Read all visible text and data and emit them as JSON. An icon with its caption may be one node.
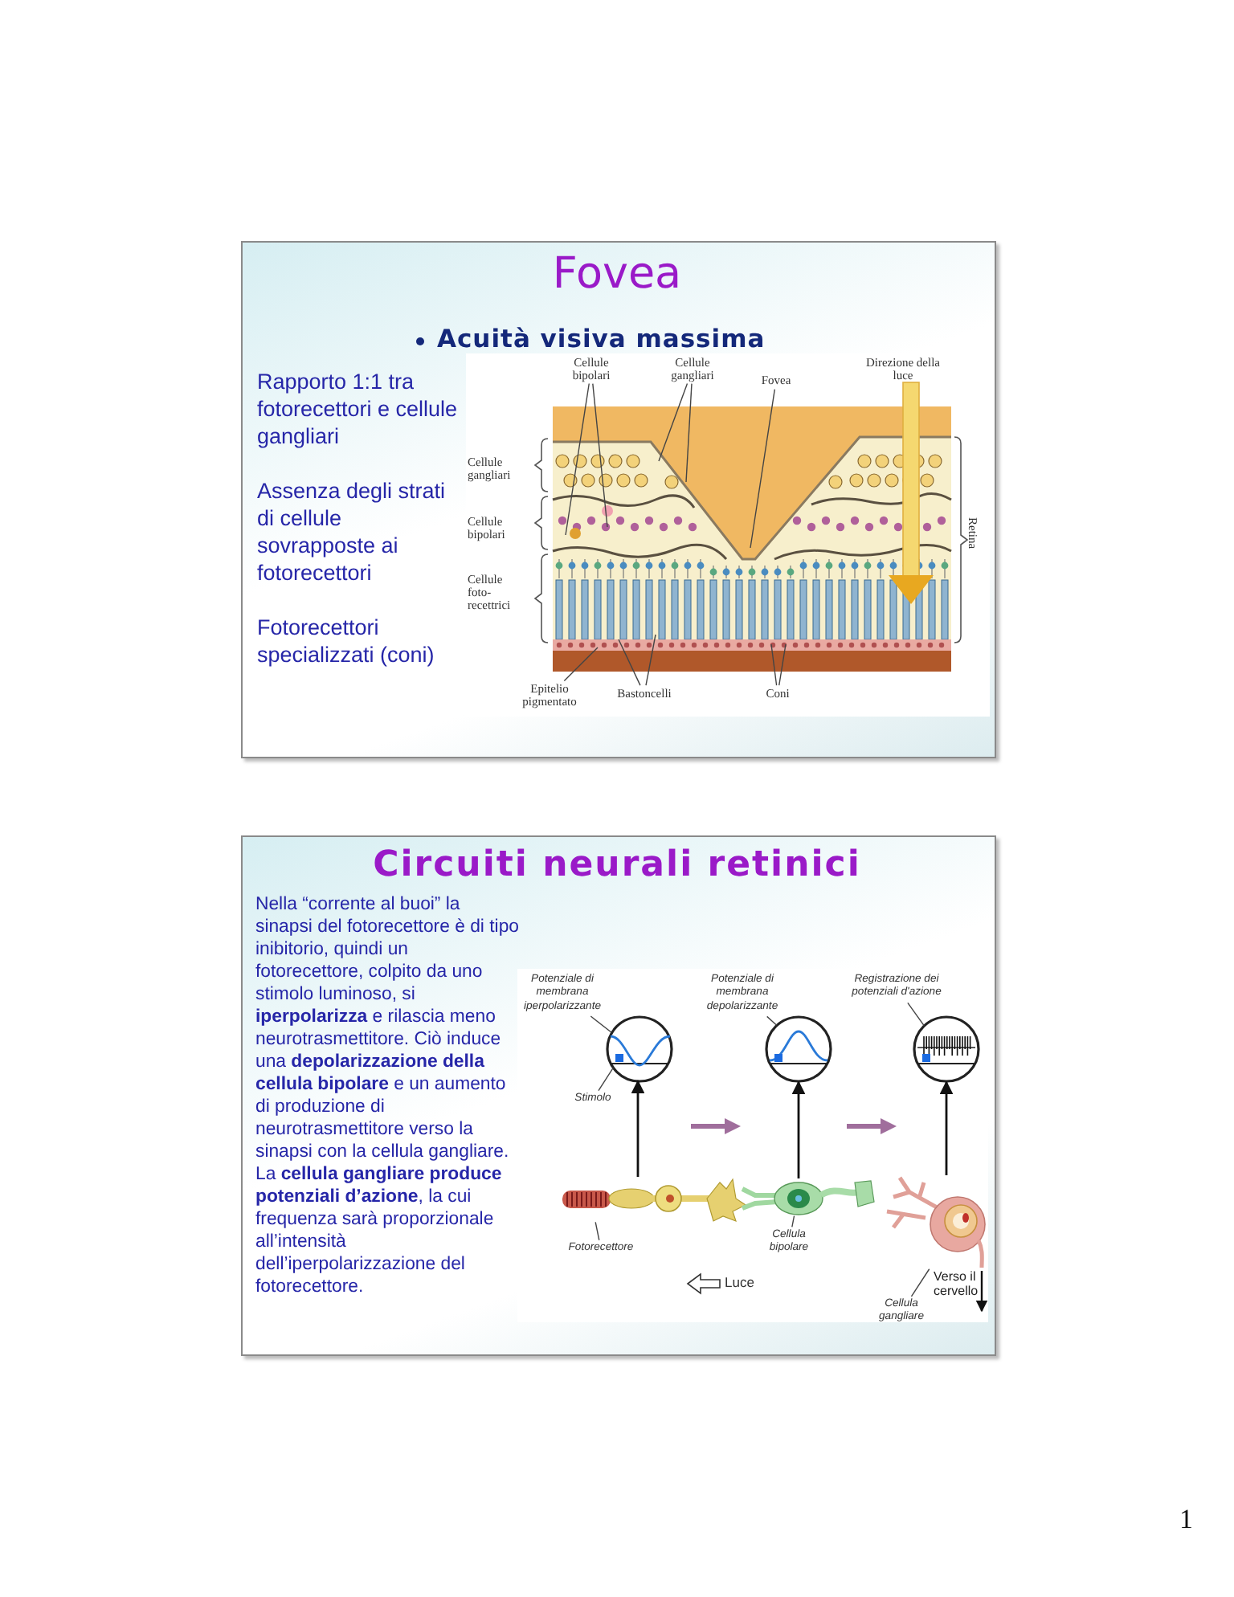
{
  "diagram": {
    "nodes": [
      {
        "text": [
          "Cellule bipolari"
        ]
      },
      {
        "text": [
          "Cellule gangliari"
        ]
      },
      {
        "text": [
          "Fovea"
        ]
      },
      {
        "text": [
          "Epitelio pigmentato"
        ]
      },
      {
        "text": [
          "Bastoncelli"
        ]
      },
      {
        "text": [
          "Coni"
        ]
      },
      {
        "text": [],
        "shape": "circle"
      },
      {
        "text": [],
        "shape": "circle"
      },
      {
        "text": [],
        "shape": "circle"
      },
      {
        "text": [
          "Potenziale di membrana iperpolarizzante"
        ]
      },
      {
        "text": [
          "Potenziale di membrana depolarizzante"
        ]
      },
      {
        "text": [
          "Registrazione dei potenziali d'azione"
        ]
      },
      {
        "text": [
          "Stimolo"
        ]
      },
      {
        "text": [],
        "shape": "picture"
      },
      {
        "text": [],
        "shape": "picture"
      },
      {
        "text": [],
        "shape": "picture"
      },
      {
        "text": [
          "Fotorecettore"
        ]
      },
      {
        "text": [
          "Cellula bipolare"
        ]
      },
      {
        "text": [
          "Cellula gangliare"
        ]
      }
    ],
    "edges": [
      {
        "from": 0,
        "to": null,
        "arrow": "none"
      },
      {
        "from": 0,
        "to": null,
        "arrow": "none"
      },
      {
        "from": 1,
        "to": null,
        "arrow": "none"
      },
      {
        "from": 1,
        "to": null,
        "arrow": "none"
      },
      {
        "from": 2,
        "to": null,
        "arrow": "none"
      },
      {
        "from": 3,
        "to": null,
        "arrow": "none"
      },
      {
        "from": 4,
        "to": null,
        "arrow": "none"
      },
      {
        "from": 4,
        "to": null,
        "arrow": "none"
      },
      {
        "from": 5,
        "to": null,
        "arrow": "none"
      },
      {
        "from": 5,
        "to": null,
        "arrow": "none"
      },
      {
        "from": 9,
        "to": 6,
        "arrow": "none"
      },
      {
        "from": 10,
        "to": 7,
        "arrow": "none"
      },
      {
        "from": 11,
        "to": 8,
        "arrow": "none"
      },
      {
        "from": 12,
        "to": 6,
        "arrow": "none"
      },
      {
        "from": 13,
        "to": 6,
        "arrow": "to"
      },
      {
        "from": 14,
        "to": 7,
        "arrow": "to"
      },
      {
        "from": 15,
        "to": 8,
        "arrow": "to"
      },
      {
        "from": 16,
        "to": 13,
        "arrow": "none"
      },
      {
        "from": 17,
        "to": 14,
        "arrow": "none"
      },
      {
        "from": 18,
        "to": 15,
        "arrow": "none"
      }
    ],
    "labels": [
      "Fovea",
      "Acuità visiva massima",
      "Rapporto 1:1 tra fotorecettori e cellule gangliari",
      "Direzione della luce",
      "Cellule gangliari",
      "Cellule bipolari",
      "Retina",
      "Assenza degli strati di cellule sovrapposte ai fotorecettori",
      "Cellule foto-recettrici",
      "Fotorecettori specializzati (coni)",
      "Circuiti neurali retinici",
      "Nella “corrente al buoi” la sinapsi del fotorecettore è di tipo inibitorio, quindi un fotorecettore, colpito da uno stimolo luminoso, si **iperpolarizza** e rilascia meno neurotrasmettitore. Ciò induce una **depolarizzazione della cellula bipolare** e un aumento di produzione di neurotrasmettitore verso la sinapsi con la cellula gangliare. La **cellula gangliare produce potenziali d’azione**, la cui frequenza sarà proporzionale all’intensità dell’iperpolarizzazione del fotorecettore.",
      "Luce",
      "Verso il cervello",
      "1"
    ]
  }
}
